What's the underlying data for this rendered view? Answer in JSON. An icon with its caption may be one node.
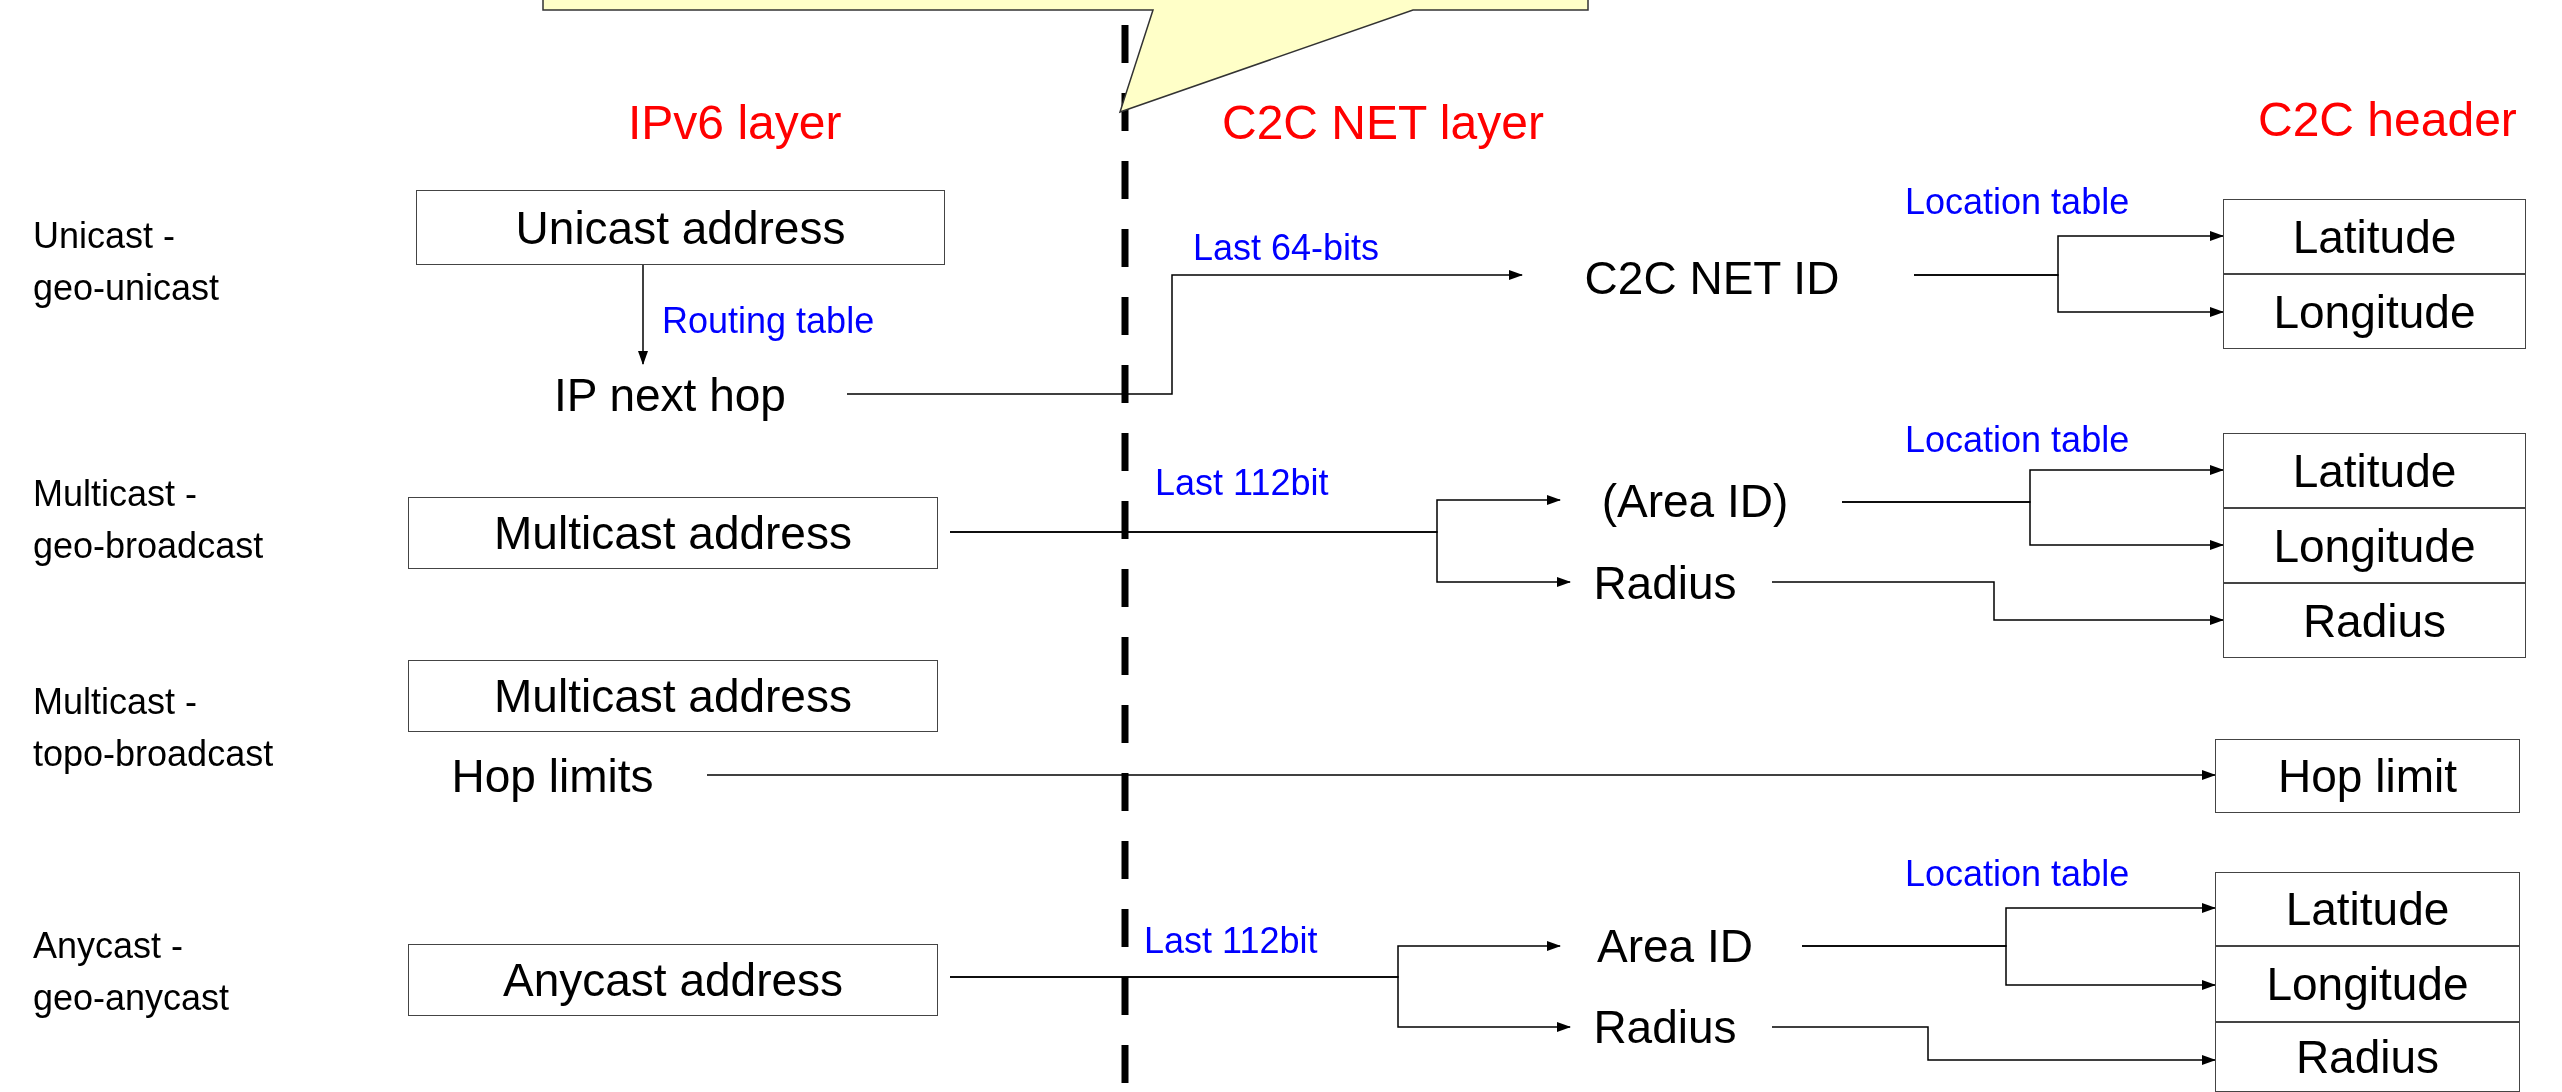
{
  "diagram": {
    "nodes": [
      {
        "text": [
          "Unicast address"
        ]
      },
      {
        "text": [
          "IP next hop"
        ]
      },
      {
        "text": [
          "C2C NET ID"
        ]
      },
      {
        "text": [
          "Latitude"
        ]
      },
      {
        "text": [
          "Longitude"
        ]
      },
      {
        "text": [
          "Multicast address"
        ]
      },
      {
        "text": [
          "(Area ID)"
        ]
      },
      {
        "text": [
          "Radius"
        ]
      },
      {
        "text": [
          "Latitude"
        ]
      },
      {
        "text": [
          "Longitude"
        ]
      },
      {
        "text": [
          "Radius"
        ]
      },
      {
        "text": [
          "Multicast address"
        ]
      },
      {
        "text": [
          "Hop limits"
        ]
      },
      {
        "text": [
          "Hop limit"
        ]
      },
      {
        "text": [
          "Anycast address"
        ]
      },
      {
        "text": [
          "Area ID"
        ]
      },
      {
        "text": [
          "Radius"
        ]
      },
      {
        "text": [
          "Latitude"
        ]
      },
      {
        "text": [
          "Longitude"
        ]
      },
      {
        "text": [
          "Radius"
        ]
      },
      {
        "text": [],
        "shape": "callout"
      }
    ],
    "edges": [
      {
        "from": 0,
        "to": 1,
        "arrow": "to",
        "label": "Routing table"
      },
      {
        "from": 1,
        "to": 2,
        "arrow": "to",
        "label": "Last 64-bits"
      },
      {
        "from": 2,
        "to": 3,
        "arrow": "to",
        "label": "Location table"
      },
      {
        "from": 2,
        "to": 4,
        "arrow": "to"
      },
      {
        "from": 5,
        "to": 6,
        "arrow": "to",
        "label": "Last 112bit"
      },
      {
        "from": 5,
        "to": 7,
        "arrow": "to"
      },
      {
        "from": 6,
        "to": 8,
        "arrow": "to",
        "label": "Location table"
      },
      {
        "from": 6,
        "to": 9,
        "arrow": "to"
      },
      {
        "from": 7,
        "to": 10,
        "arrow": "to"
      },
      {
        "from": 12,
        "to": 13,
        "arrow": "to"
      },
      {
        "from": 14,
        "to": 15,
        "arrow": "to",
        "label": "Last 112bit"
      },
      {
        "from": 14,
        "to": 16,
        "arrow": "to"
      },
      {
        "from": 15,
        "to": 17,
        "arrow": "to",
        "label": "Location table"
      },
      {
        "from": 15,
        "to": 18,
        "arrow": "to"
      },
      {
        "from": 16,
        "to": 19,
        "arrow": "to"
      }
    ],
    "labels": [
      "IPv6 layer",
      "C2C NET layer",
      "C2C header",
      "Unicast - geo-unicast",
      "Multicast - geo-broadcast",
      "Multicast - topo-broadcast",
      "Anycast - geo-anycast"
    ]
  }
}
